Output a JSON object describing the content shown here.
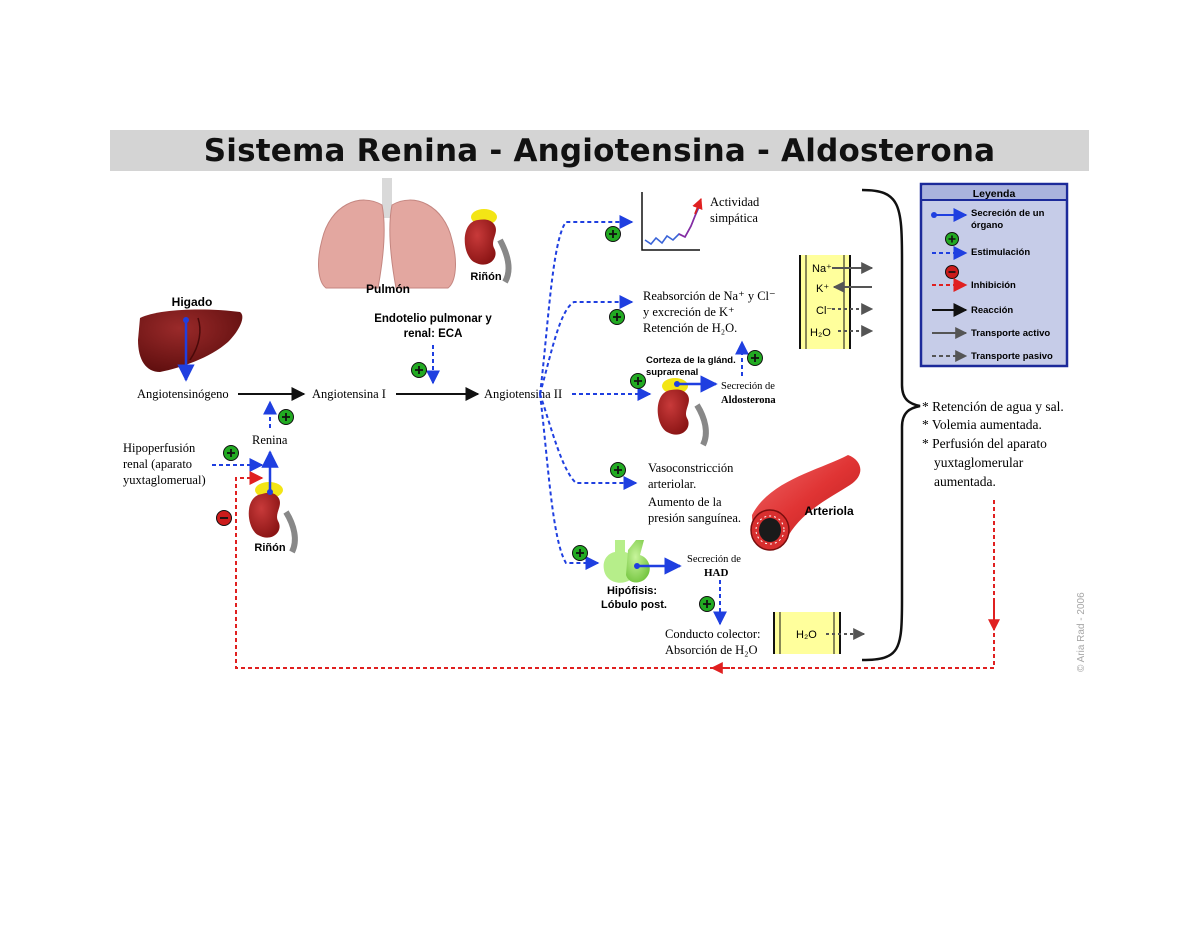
{
  "title": "Sistema Renina - Angiotensina - Aldosterona",
  "organs": {
    "liver": "Higado",
    "lung": "Pulmón",
    "kidney_top": "Riñón",
    "kidney_left": "Riñón",
    "arteriole": "Arteriola",
    "pituitary_line1": "Hipófisis:",
    "pituitary_line2": "Lóbulo post.",
    "adrenal_line1": "Corteza de la glánd.",
    "adrenal_line2": "suprarrenal"
  },
  "pathway": {
    "angiotensinogen": "Angiotensinógeno",
    "angiotensin1": "Angiotensina I",
    "angiotensin2": "Angiotensina II",
    "renin": "Renina",
    "endothelium_line1": "Endotelio pulmonar y",
    "endothelium_line2": "renal: ECA",
    "hypoperfusion_line1": "Hipoperfusión",
    "hypoperfusion_line2": "renal (aparato",
    "hypoperfusion_line3": "yuxtaglomerual)"
  },
  "effects": {
    "sympathetic_line1": "Actividad",
    "sympathetic_line2": "simpática",
    "reabsorption_line1": "Reabsorción de Na⁺ y Cl⁻",
    "reabsorption_line2": "y excreción de K⁺",
    "reabsorption_line3": "Retención de H₂O.",
    "aldo_line1": "Secreción de",
    "aldo_line2": "Aldosterona",
    "vaso_line1": "Vasoconstricción",
    "vaso_line2": "arteriolar.",
    "vaso_line3": "Aumento de la",
    "vaso_line4": "presión sanguínea.",
    "had_line1": "Secreción de",
    "had_line2": "HAD",
    "collector_line1": "Conducto colector:",
    "collector_line2": "Absorción de H₂O"
  },
  "transport": {
    "na": "Na⁺",
    "k": "K⁺",
    "cl": "Cl⁻",
    "h2o": "H₂O",
    "h2o_collector": "H₂O"
  },
  "results": {
    "line1": "* Retención de agua y sal.",
    "line2": "* Volemia aumentada.",
    "line3": "* Perfusión del aparato",
    "line4": "yuxtaglomerular",
    "line5": "aumentada."
  },
  "legend": {
    "title": "Leyenda",
    "secretion_line1": "Secreción de un",
    "secretion_line2": "órgano",
    "stimulation": "Estimulación",
    "inhibition": "Inhibición",
    "reaction": "Reacción",
    "active": "Transporte activo",
    "passive": "Transporte pasivo"
  },
  "copyright": "© Aria Rad - 2006",
  "colors": {
    "stimulation": "#1f3fe0",
    "inhibition": "#e02020",
    "plus": "#22aa22",
    "minus": "#cc1b1b",
    "kidney": "#a41c1c",
    "liver": "#7a1414",
    "lung": "#e3a7a0",
    "legend_border": "#1c2a9a",
    "legend_bg": "#c6cce8",
    "membrane": "#ffff9c"
  }
}
